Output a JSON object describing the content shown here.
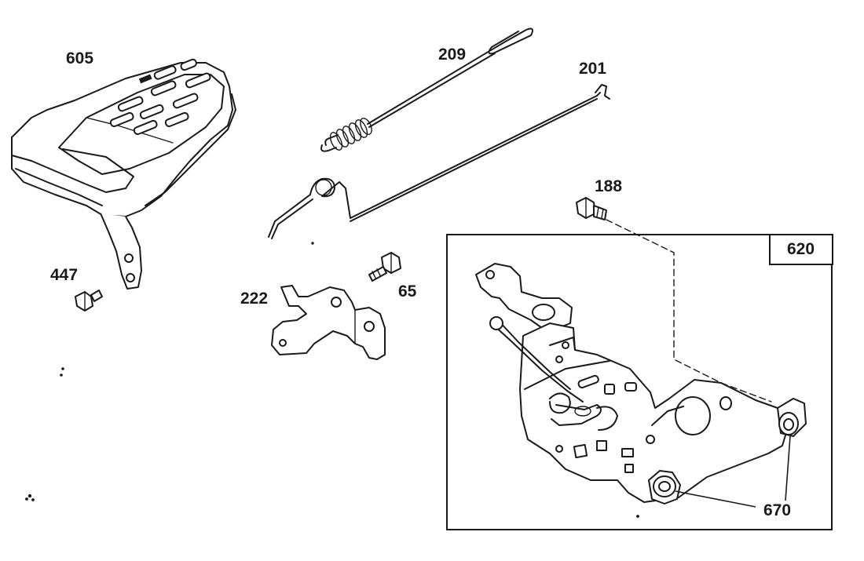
{
  "labels": {
    "p605": "605",
    "p209": "209",
    "p201": "201",
    "p188": "188",
    "p620": "620",
    "p447": "447",
    "p222": "222",
    "p65": "65",
    "p670": "670"
  },
  "colors": {
    "ink": "#1a1a1a",
    "paper": "#ffffff",
    "shade": "#d9d9d9"
  }
}
